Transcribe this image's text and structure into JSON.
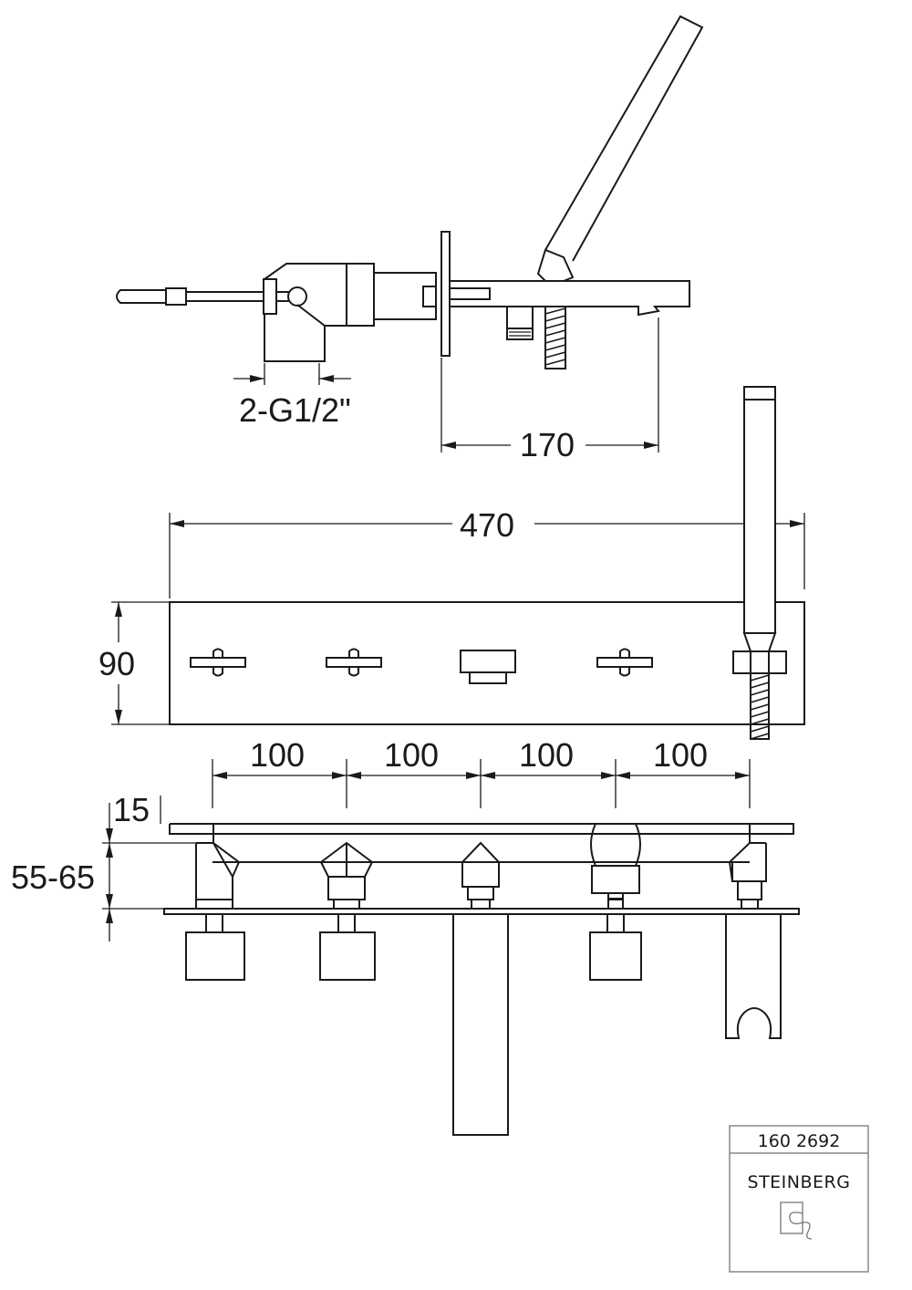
{
  "dimensions": {
    "inlet_thread": "2-G1/2\"",
    "spout_projection": "170",
    "overall_width": "470",
    "plate_height": "90",
    "spacing_1": "100",
    "spacing_2": "100",
    "spacing_3": "100",
    "spacing_4": "100",
    "top_offset": "15",
    "installation_depth": "55-65"
  },
  "title_block": {
    "article_number": "160 2692",
    "brand": "STEINBERG",
    "logo_icon": "steinberg-logo-icon"
  },
  "colors": {
    "line": "#1a1a1a",
    "background": "#ffffff",
    "title_block_border": "#888888"
  }
}
